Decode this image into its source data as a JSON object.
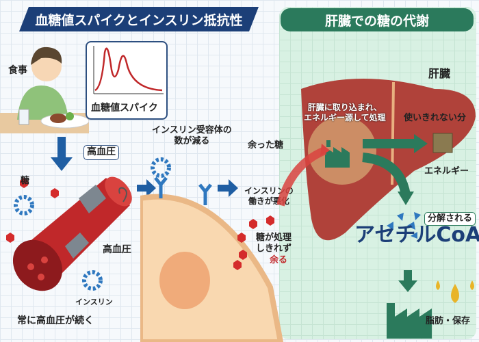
{
  "left_header": {
    "title": "血糖値スパイクとインスリン抵抗性"
  },
  "right_header": {
    "title": "肝臓での糖の代謝"
  },
  "left": {
    "meal_label": "食事",
    "spike_label": "血糖値スパイク",
    "sugar_label": "糖",
    "hypertension_label_top": "高血圧",
    "hypertension_label_side": "高血圧",
    "insulin_label": "インスリン",
    "caption": "常に高血圧が続く",
    "receptor_text": [
      "インスリン受容体の",
      "数が減る"
    ],
    "insulin_worse": [
      "インスリンの",
      "働きが悪化"
    ],
    "sugar_unprocessed": [
      "糖が処理",
      "しきれず"
    ],
    "surplus": "余る",
    "surplus_color": "#c0282a"
  },
  "right": {
    "liver_label": "肝臓",
    "excess_sugar": "余った糖",
    "process_text": [
      "肝臓に取り込まれ、",
      "エネルギー源して処理"
    ],
    "unused": "使いきれない分",
    "energy": "エネルギー",
    "decomposed": "分解される",
    "acetyl": "アセチルCoA",
    "fat_storage": "脂肪・保存",
    "accent": "#2b7a5c",
    "acetyl_color": "#1c3f78"
  }
}
